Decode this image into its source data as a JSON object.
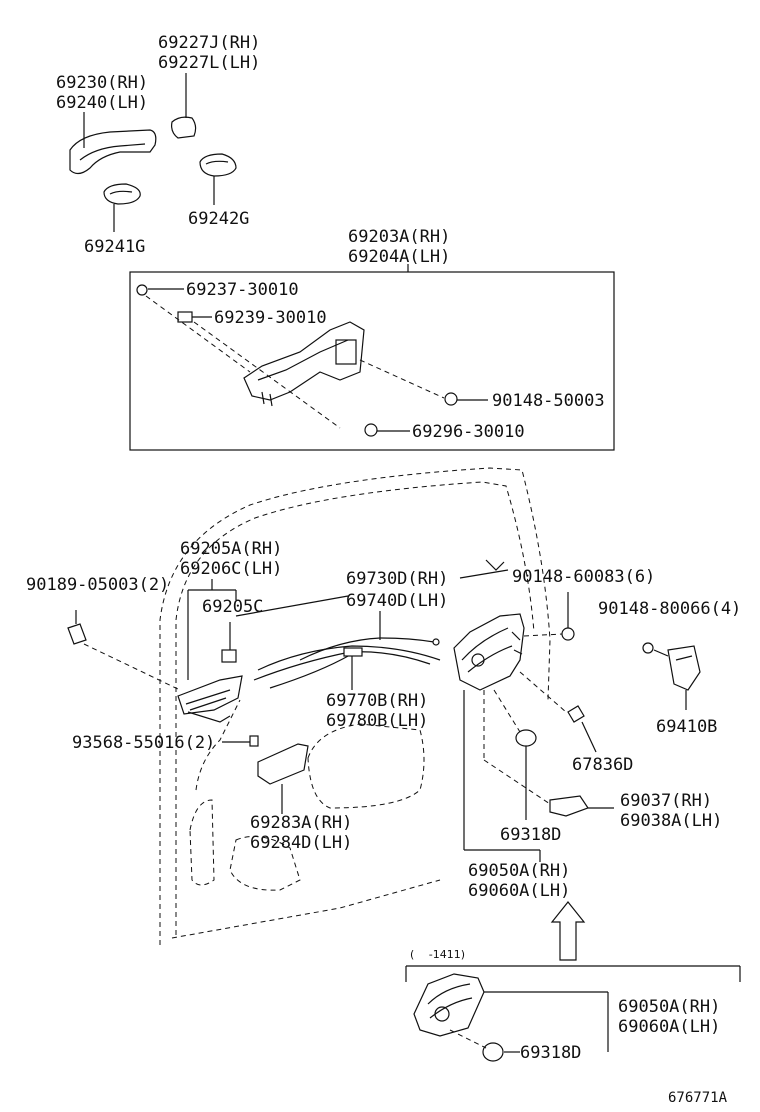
{
  "labels": {
    "p69227j": "69227J(RH)",
    "p69227l": "69227L(LH)",
    "p69230": "69230(RH)",
    "p69240": "69240(LH)",
    "p69242g": "69242G",
    "p69241g": "69241G",
    "p69203a": "69203A(RH)",
    "p69204a": "69204A(LH)",
    "p69237": "69237-30010",
    "p69239": "69239-30010",
    "p90148_50003": "90148-50003",
    "p69296": "69296-30010",
    "p69205a": "69205A(RH)",
    "p69206c": "69206C(LH)",
    "p69205c": "69205C",
    "p90189": "90189-05003(2)",
    "p69730d": "69730D(RH)",
    "p69740d": "69740D(LH)",
    "p90148_60083": "90148-60083(6)",
    "p90148_80066": "90148-80066(4)",
    "p69410b": "69410B",
    "p69770b": "69770B(RH)",
    "p69780b": "69780B(LH)",
    "p93568": "93568-55016(2)",
    "p67836d": "67836D",
    "p69037": "69037(RH)",
    "p69038a": "69038A(LH)",
    "p69318d": "69318D",
    "p69283a": "69283A(RH)",
    "p69284d": "69284D(LH)",
    "p69050a": "69050A(RH)",
    "p69060a": "69060A(LH)",
    "range_note": "(　 -1411)",
    "p69050a_b": "69050A(RH)",
    "p69060a_b": "69060A(LH)",
    "p69318d_b": "69318D",
    "diagram_id": "676771A"
  }
}
